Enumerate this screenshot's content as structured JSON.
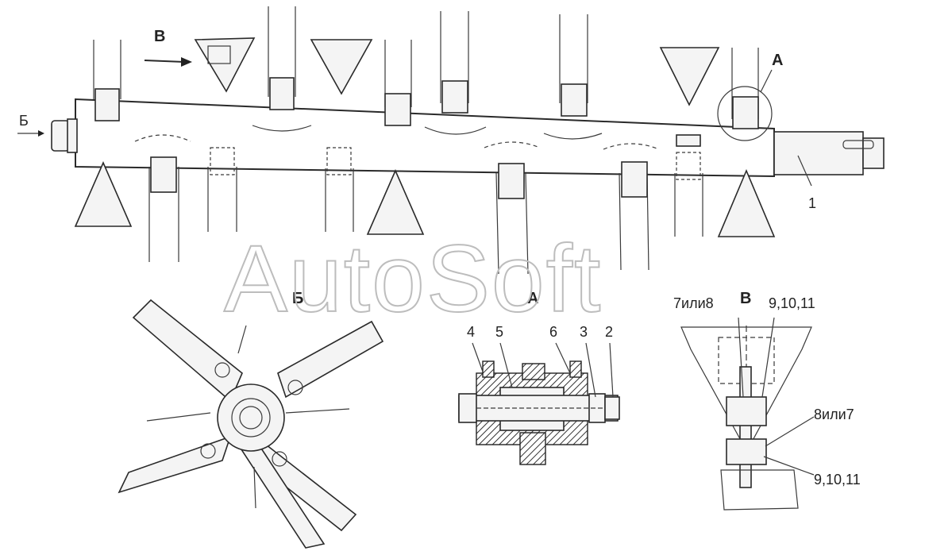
{
  "watermark": "AutoSoft",
  "main_view": {
    "view_label_B": "В",
    "view_label_B_small": "Б",
    "callout_A": "А",
    "part_1": "1"
  },
  "detail_B": {
    "title": "Б"
  },
  "detail_A": {
    "title": "А",
    "labels": [
      "4",
      "5",
      "6",
      "3",
      "2"
    ]
  },
  "detail_V": {
    "title": "В",
    "label_top_left": "7или8",
    "label_top_right": "9,10,11",
    "label_mid_right": "8или7",
    "label_bottom_right": "9,10,11"
  }
}
